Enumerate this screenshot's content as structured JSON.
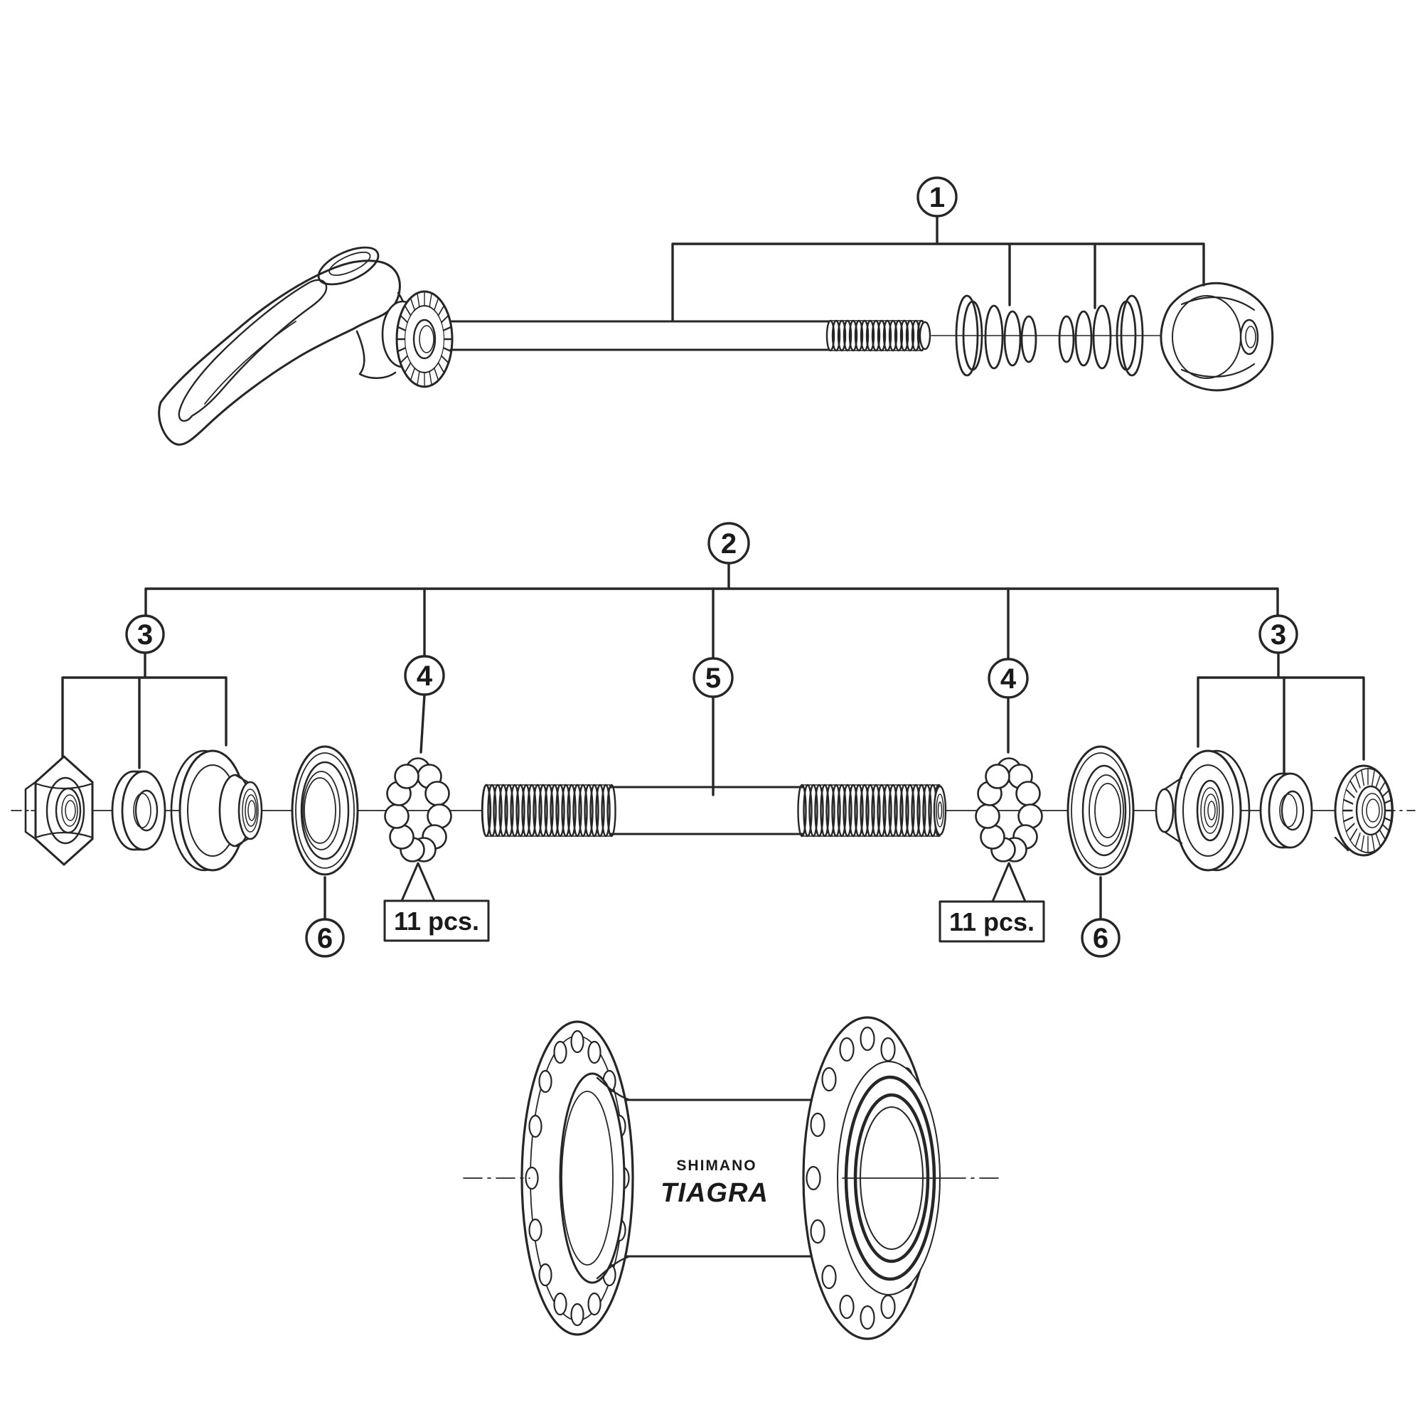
{
  "diagram": {
    "type": "exploded-parts-diagram",
    "product": {
      "manufacturer": "SHIMANO",
      "series": "TIAGRA"
    },
    "callouts": [
      {
        "part": "quick-release-assembly",
        "text": "1"
      },
      {
        "part": "hub-axle-assembly",
        "text": "2"
      },
      {
        "part": "lock-nut-unit-left",
        "text": "3"
      },
      {
        "part": "lock-nut-unit-right",
        "text": "3"
      },
      {
        "part": "steel-ball-retainer-left",
        "text": "4"
      },
      {
        "part": "steel-ball-retainer-right",
        "text": "4"
      },
      {
        "part": "hub-axle",
        "text": "5"
      },
      {
        "part": "dust-cap-left",
        "text": "6"
      },
      {
        "part": "dust-cap-right",
        "text": "6"
      }
    ],
    "quantity_labels": {
      "left": "11 pcs.",
      "right": "11 pcs."
    },
    "colors": {
      "line": "#262626",
      "background": "#ffffff",
      "text": "#1a1a1a"
    }
  }
}
